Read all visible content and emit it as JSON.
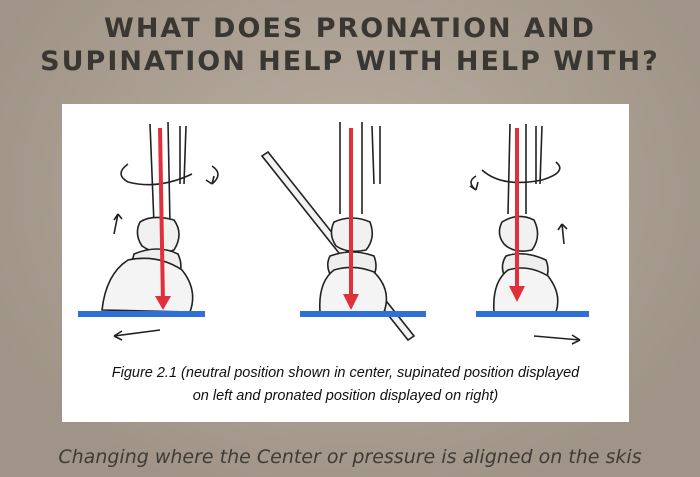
{
  "slide": {
    "title_line1": "WHAT DOES PRONATION AND",
    "title_line2": "SUPINATION HELP WITH HELP WITH?",
    "subtitle": "Changing where the Center or pressure is aligned on the skis"
  },
  "figure": {
    "caption_line1": "Figure 2.1 (neutral position shown in center, supinated position displayed",
    "caption_line2": "on left and pronated position displayed on right)",
    "panels": [
      "supinated",
      "neutral",
      "pronated"
    ]
  },
  "colors": {
    "background": "#b1a596",
    "title": "#3a3733",
    "pressure_line": "#e0303a",
    "ski_base": "#2f6fd8"
  }
}
